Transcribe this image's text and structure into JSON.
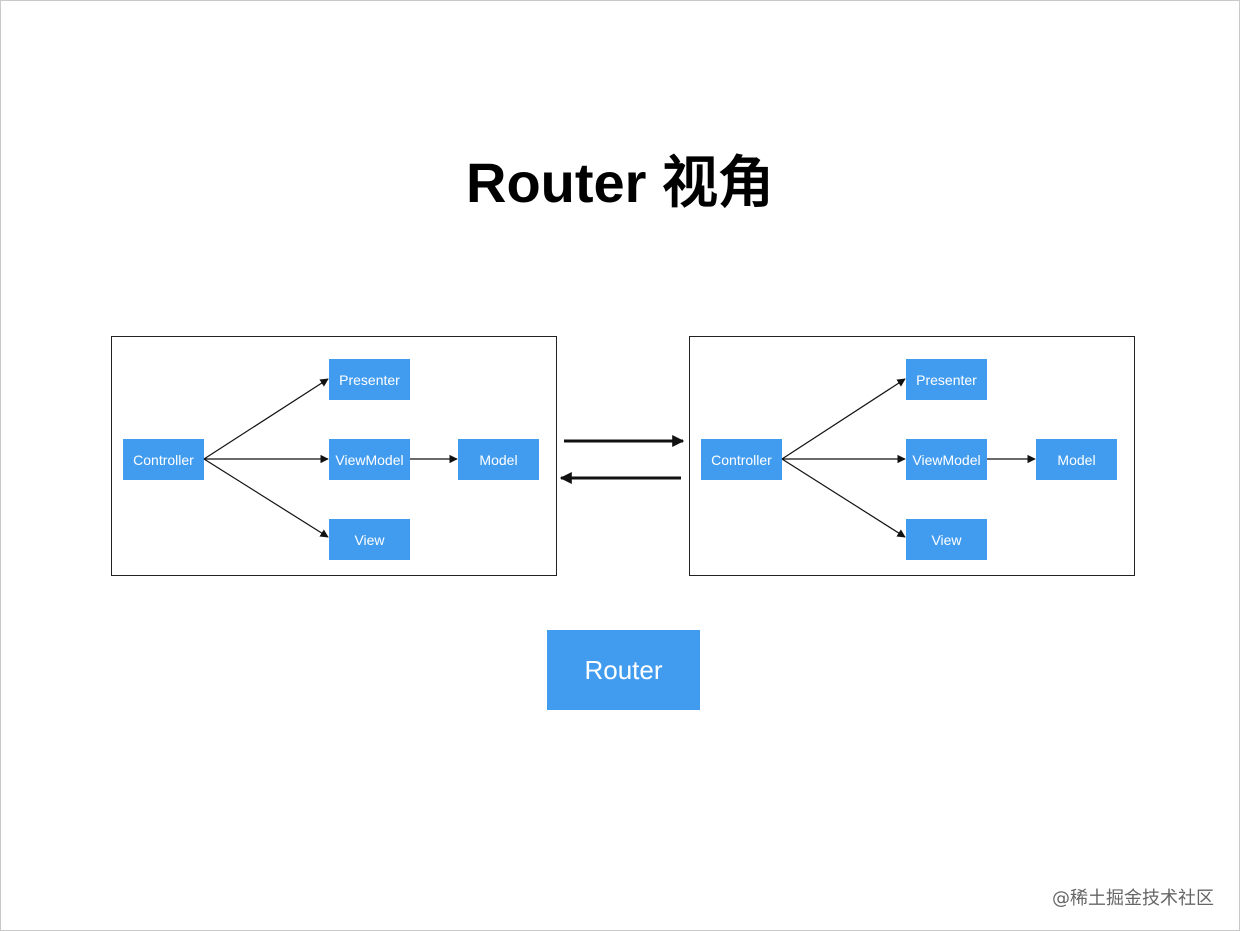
{
  "title": "Router 视角",
  "modules": [
    {
      "nodes": {
        "controller": "Controller",
        "presenter": "Presenter",
        "viewmodel": "ViewModel",
        "view": "View",
        "model": "Model"
      }
    },
    {
      "nodes": {
        "controller": "Controller",
        "presenter": "Presenter",
        "viewmodel": "ViewModel",
        "view": "View",
        "model": "Model"
      }
    }
  ],
  "router": "Router",
  "watermark": "@稀土掘金技术社区",
  "colors": {
    "node_fill": "#419cf0",
    "node_text": "#ffffff",
    "edge": "#111111"
  }
}
